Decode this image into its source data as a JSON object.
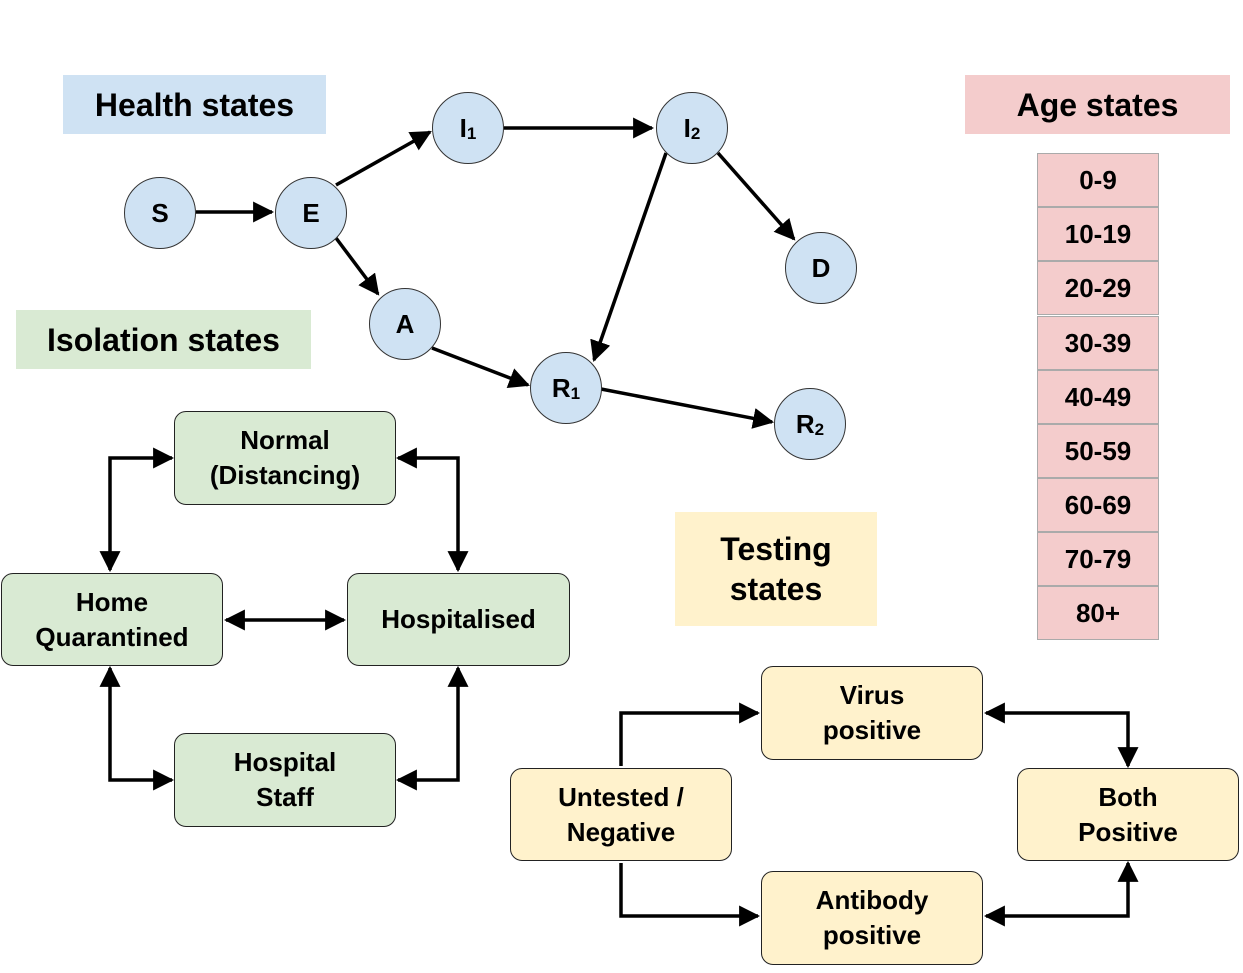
{
  "colors": {
    "health": "#cfe2f3",
    "isolation": "#d9ead3",
    "testing": "#fff2cc",
    "age": "#f4cccc"
  },
  "titles": {
    "health": "Health states",
    "isolation": "Isolation states",
    "testing_line1": "Testing",
    "testing_line2": "states",
    "age": "Age states"
  },
  "health_nodes": {
    "S": {
      "letter": "S",
      "sub": ""
    },
    "E": {
      "letter": "E",
      "sub": ""
    },
    "I1": {
      "letter": "I",
      "sub": "1"
    },
    "I2": {
      "letter": "I",
      "sub": "2"
    },
    "A": {
      "letter": "A",
      "sub": ""
    },
    "D": {
      "letter": "D",
      "sub": ""
    },
    "R1": {
      "letter": "R",
      "sub": "1"
    },
    "R2": {
      "letter": "R",
      "sub": "2"
    }
  },
  "isolation": {
    "normal_line1": "Normal",
    "normal_line2": "(Distancing)",
    "home_line1": "Home",
    "home_line2": "Quarantined",
    "hospitalised": "Hospitalised",
    "staff_line1": "Hospital",
    "staff_line2": "Staff"
  },
  "testing": {
    "untested_line1": "Untested /",
    "untested_line2": "Negative",
    "virus_line1": "Virus",
    "virus_line2": "positive",
    "antibody_line1": "Antibody",
    "antibody_line2": "positive",
    "both_line1": "Both",
    "both_line2": "Positive"
  },
  "age_states": [
    "0-9",
    "10-19",
    "20-29",
    "30-39",
    "40-49",
    "50-59",
    "60-69",
    "70-79",
    "80+"
  ]
}
